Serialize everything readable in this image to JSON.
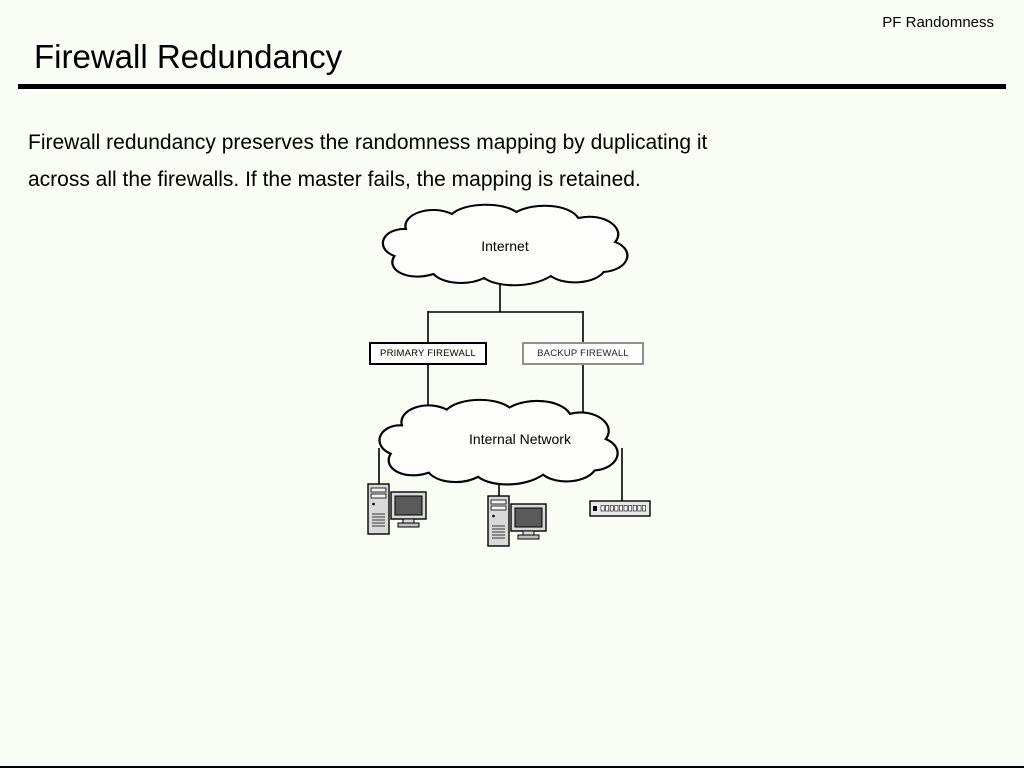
{
  "header": {
    "corner_label": "PF Randomness",
    "title": "Firewall Redundancy"
  },
  "body": {
    "paragraph": "Firewall redundancy preserves the randomness mapping by duplicating it\nacross all the firewalls. If the master fails, the mapping is retained."
  },
  "diagram": {
    "internet_cloud_label": "Internet",
    "internal_cloud_label": "Internal Network",
    "primary_firewall_label": "PRIMARY FIREWALL",
    "backup_firewall_label": "BACKUP FIREWALL"
  },
  "colors": {
    "ink": "#000000",
    "backup_border": "#8f8f8f",
    "background": "#fafdf5"
  }
}
